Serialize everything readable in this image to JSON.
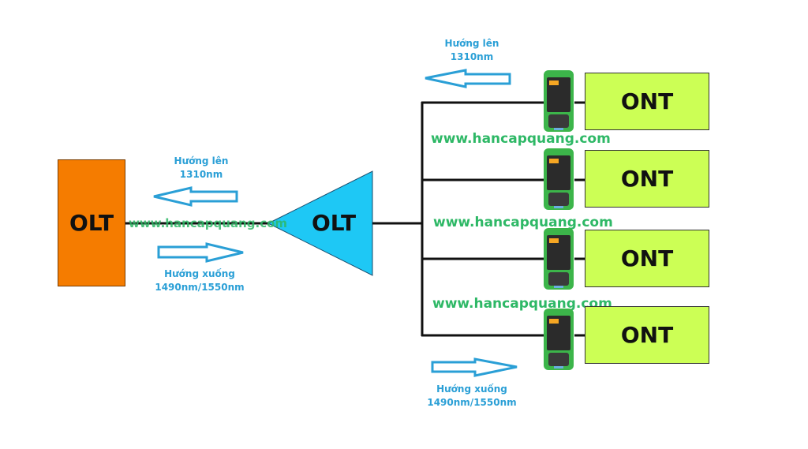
{
  "diagram": {
    "olt_left_label": "OLT",
    "splitter_label": "OLT",
    "ont_labels": [
      "ONT",
      "ONT",
      "ONT",
      "ONT"
    ],
    "watermark": "www.hancapquang.com",
    "left_upstream": {
      "direction": "Hướng lên",
      "wavelength": "1310nm"
    },
    "left_downstream": {
      "direction": "Hướng xuống",
      "wavelength": "1490nm/1550nm"
    },
    "right_upstream": {
      "direction": "Hướng lên",
      "wavelength": "1310nm"
    },
    "right_downstream": {
      "direction": "Hướng xuống",
      "wavelength": "1490nm/1550nm"
    },
    "colors": {
      "olt_box": "#f57c00",
      "splitter": "#1ec8f5",
      "ont_box": "#ccff55",
      "arrow": "#2a9fd6",
      "watermark": "#2eb866",
      "device_body": "#3cb54a"
    }
  }
}
